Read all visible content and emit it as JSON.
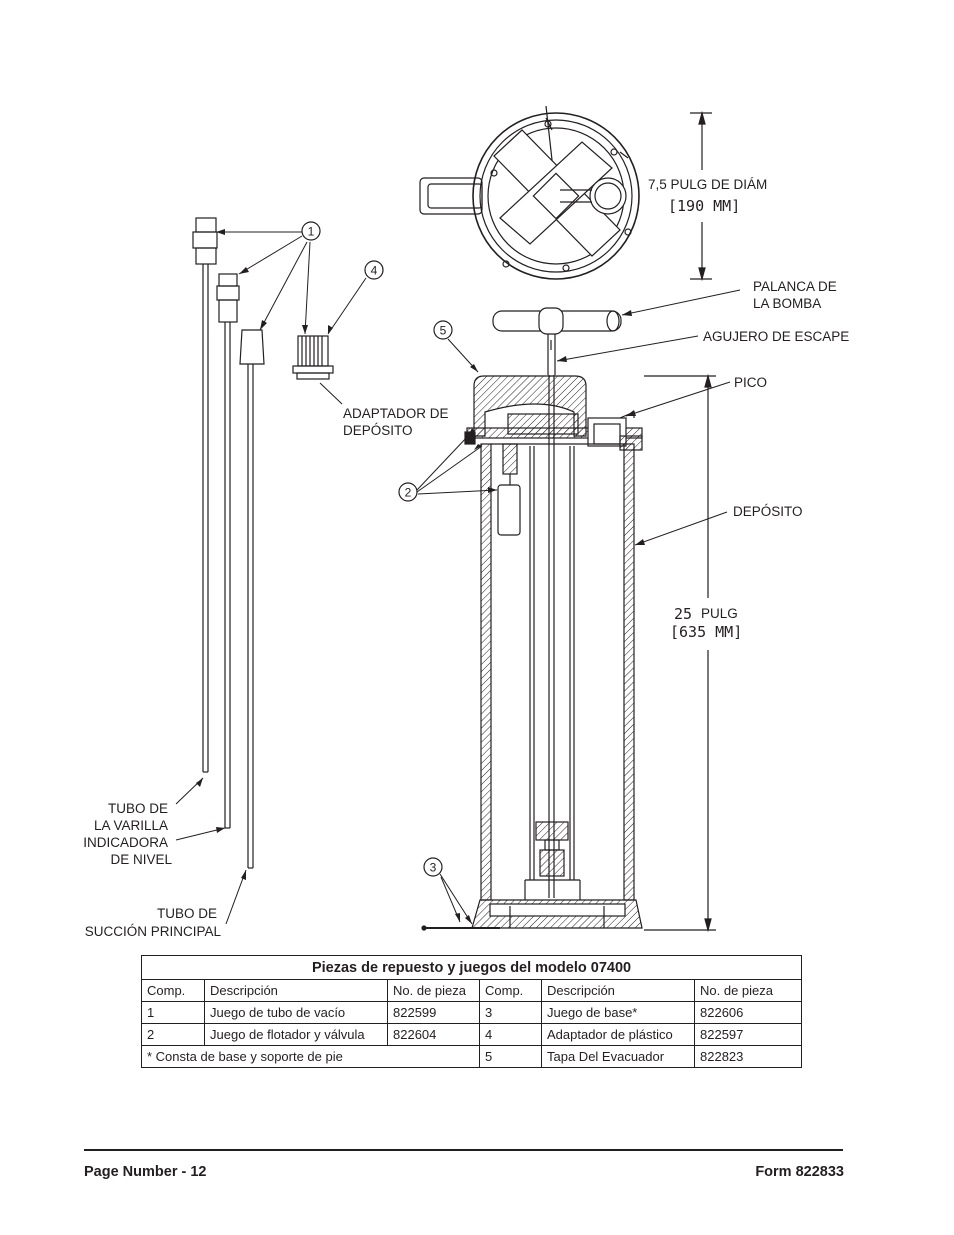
{
  "figure": {
    "callouts": [
      "1",
      "2",
      "3",
      "4",
      "5"
    ],
    "labels": {
      "diameter_in": "7,5 PULG DE DIÁM",
      "diameter_mm": "[190 MM]",
      "pump_handle_1": "PALANCA DE",
      "pump_handle_2": "LA BOMBA",
      "exhaust_hole": "AGUJERO DE ESCAPE",
      "spout": "PICO",
      "reservoir": "DEPÓSITO",
      "height_num": "25",
      "height_unit": "PULG",
      "height_mm": "[635 MM]",
      "reservoir_adapter_1": "ADAPTADOR DE",
      "reservoir_adapter_2": "DEPÓSITO",
      "dipstick_tube_1": "TUBO DE",
      "dipstick_tube_2": "LA VARILLA",
      "dipstick_tube_3": "INDICADORA",
      "dipstick_tube_4": "DE NIVEL",
      "suction_tube_1": "TUBO DE",
      "suction_tube_2": "SUCCIÓN PRINCIPAL"
    }
  },
  "parts_table": {
    "title": "Piezas de repuesto y juegos del modelo 07400",
    "headers": [
      "Comp.",
      "Descripción",
      "No. de pieza",
      "Comp.",
      "Descripción",
      "No. de pieza"
    ],
    "rows": [
      [
        "1",
        "Juego de tubo de vacío",
        "822599",
        "3",
        "Juego de base*",
        "822606"
      ],
      [
        "2",
        "Juego de flotador y válvula",
        "822604",
        "4",
        "Adaptador de plástico",
        "822597"
      ]
    ],
    "footnote": "* Consta de base y soporte de pie",
    "last_row": [
      "5",
      "Tapa Del Evacuador",
      "822823"
    ]
  },
  "footer": {
    "page_number": "Page Number - 12",
    "form": "Form 822833"
  }
}
